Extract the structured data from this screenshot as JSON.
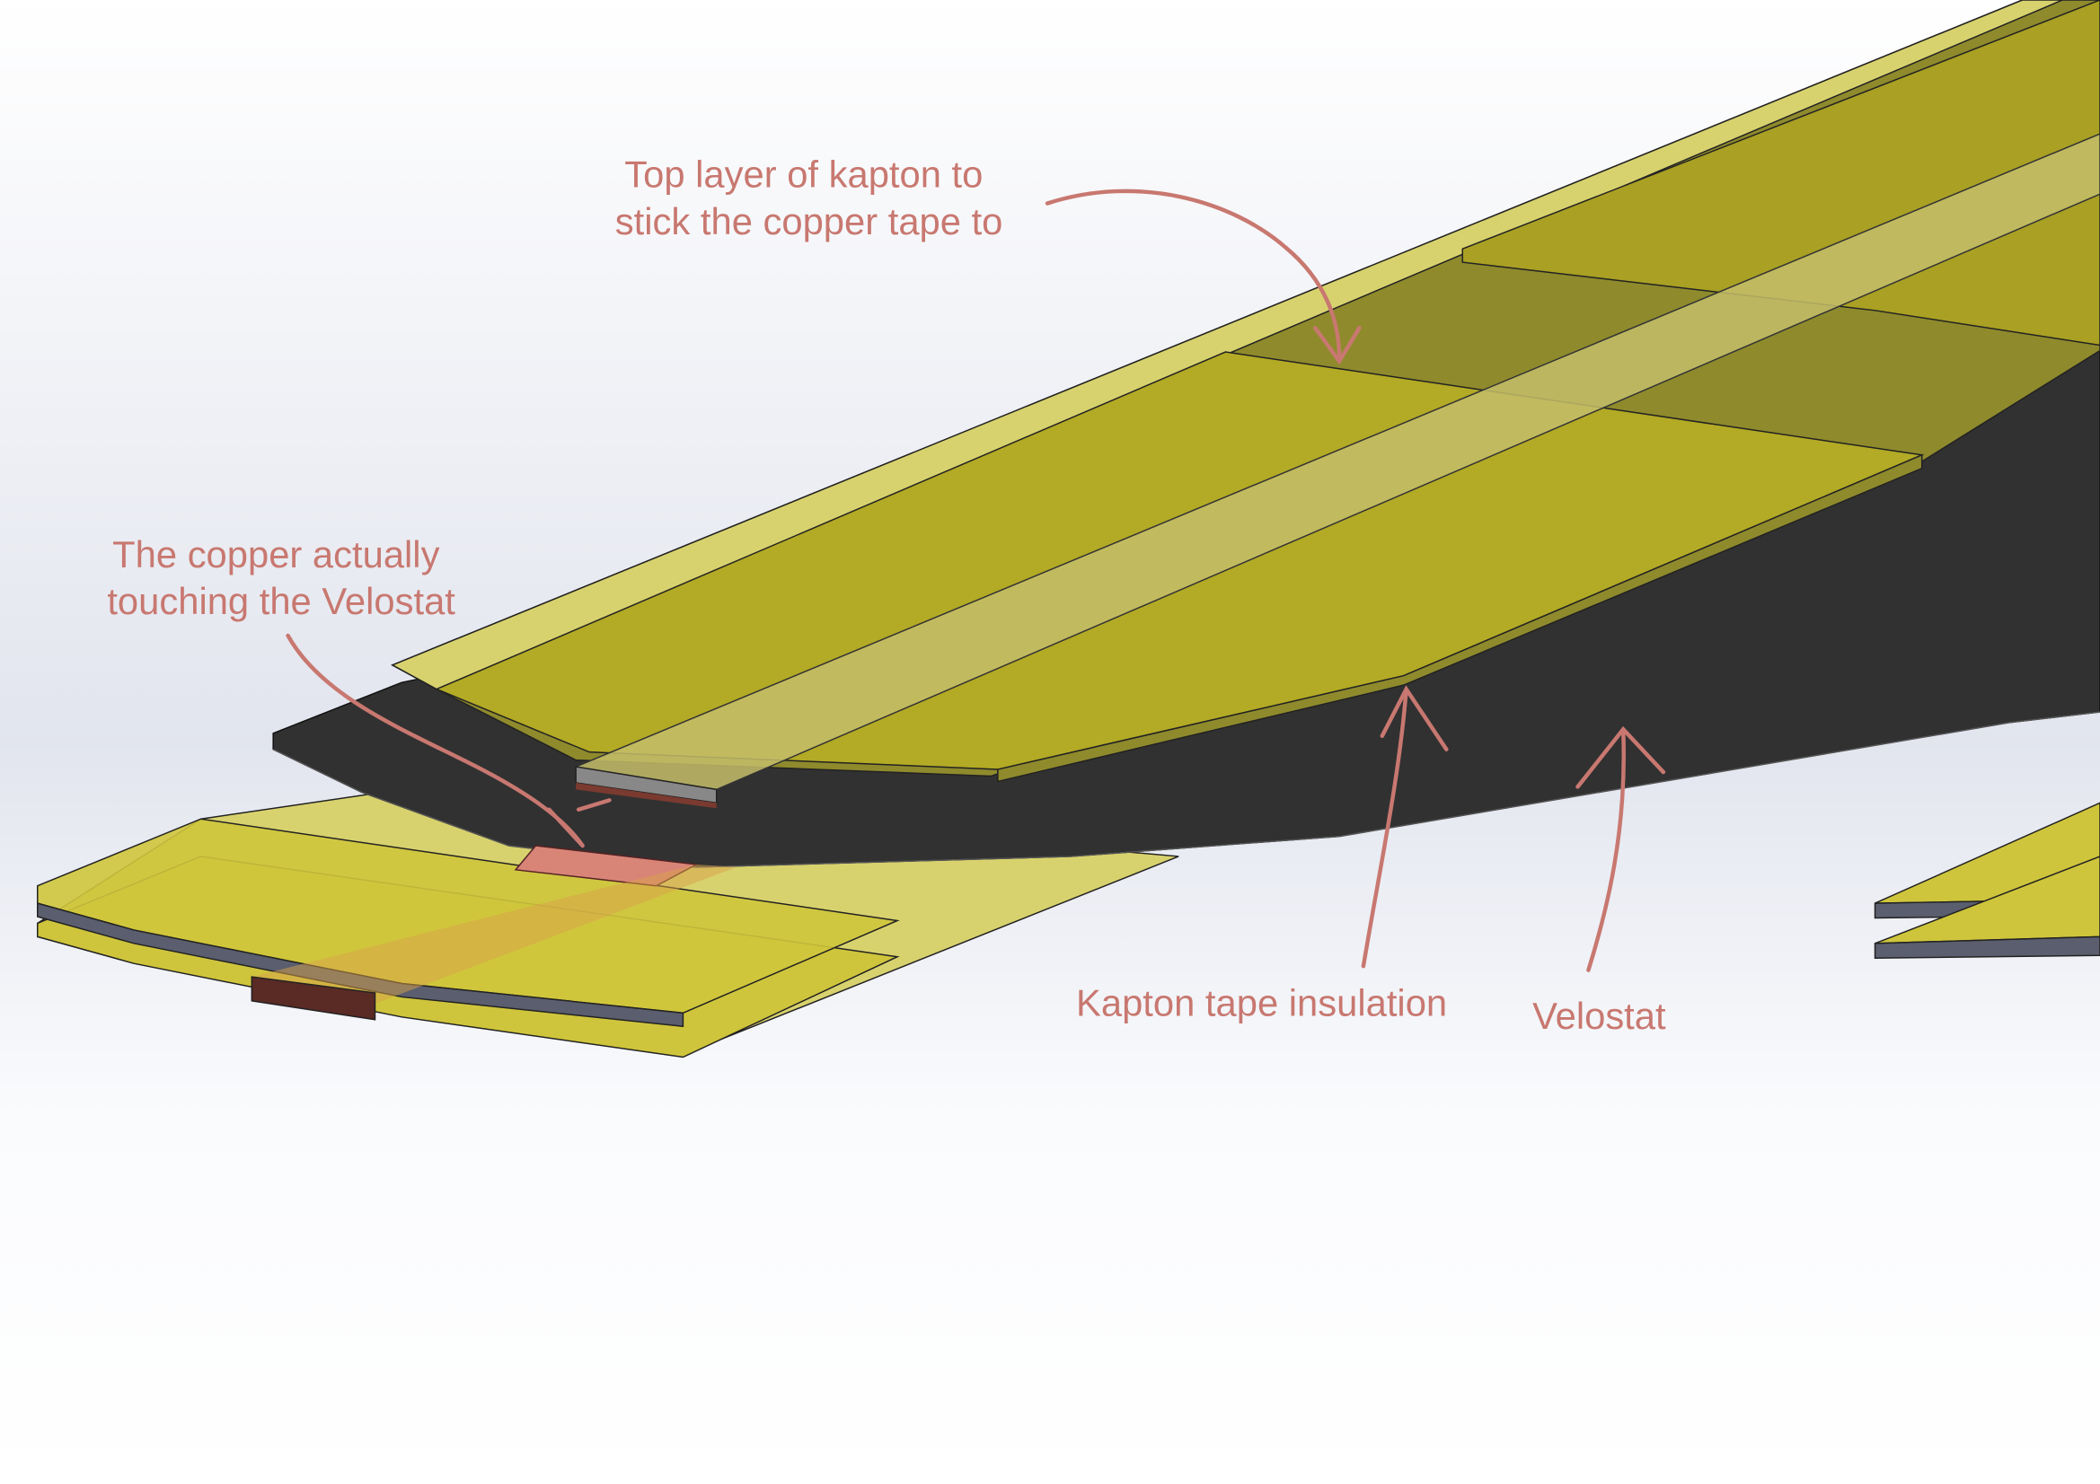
{
  "annotations": {
    "top_kapton": [
      "Top layer of kapton to",
      "stick the copper tape to"
    ],
    "copper_contact": [
      "The copper actually",
      "touching the Velostat"
    ],
    "kapton_insulation": "Kapton tape insulation",
    "velostat": "Velostat"
  },
  "colors": {
    "annotation": "#c87870",
    "kapton_light": "#d8d26e",
    "kapton_dark": "#8f8a2c",
    "kapton_mid": "#b3aa25",
    "velostat": "#313131",
    "copper": "#d88578"
  }
}
